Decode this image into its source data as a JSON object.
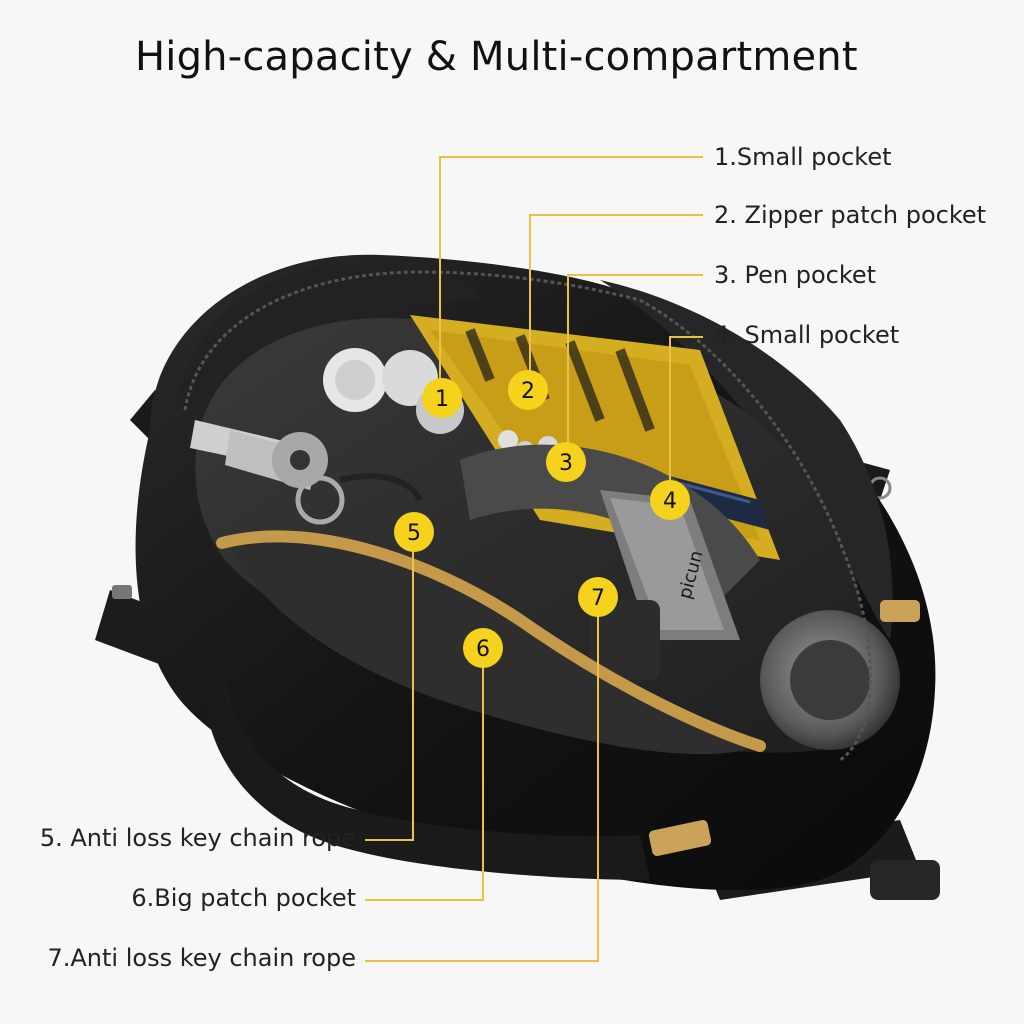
{
  "title": "High-capacity & Multi-compartment",
  "colors": {
    "background": "#f7f7f7",
    "leader_line": "#e9c341",
    "badge": "#f5d21c",
    "bag_body": "#141414",
    "lining_accent": "#c49a4a"
  },
  "callouts": [
    {
      "number": "1",
      "label": "1.Small pocket"
    },
    {
      "number": "2",
      "label": "2. Zipper patch pocket"
    },
    {
      "number": "3",
      "label": "3. Pen pocket"
    },
    {
      "number": "4",
      "label": "4. Small pocket"
    },
    {
      "number": "5",
      "label": "5. Anti loss key chain rope"
    },
    {
      "number": "6",
      "label": "6.Big patch pocket"
    },
    {
      "number": "7",
      "label": "7.Anti loss key chain rope"
    }
  ],
  "product_brand_text": "picun"
}
